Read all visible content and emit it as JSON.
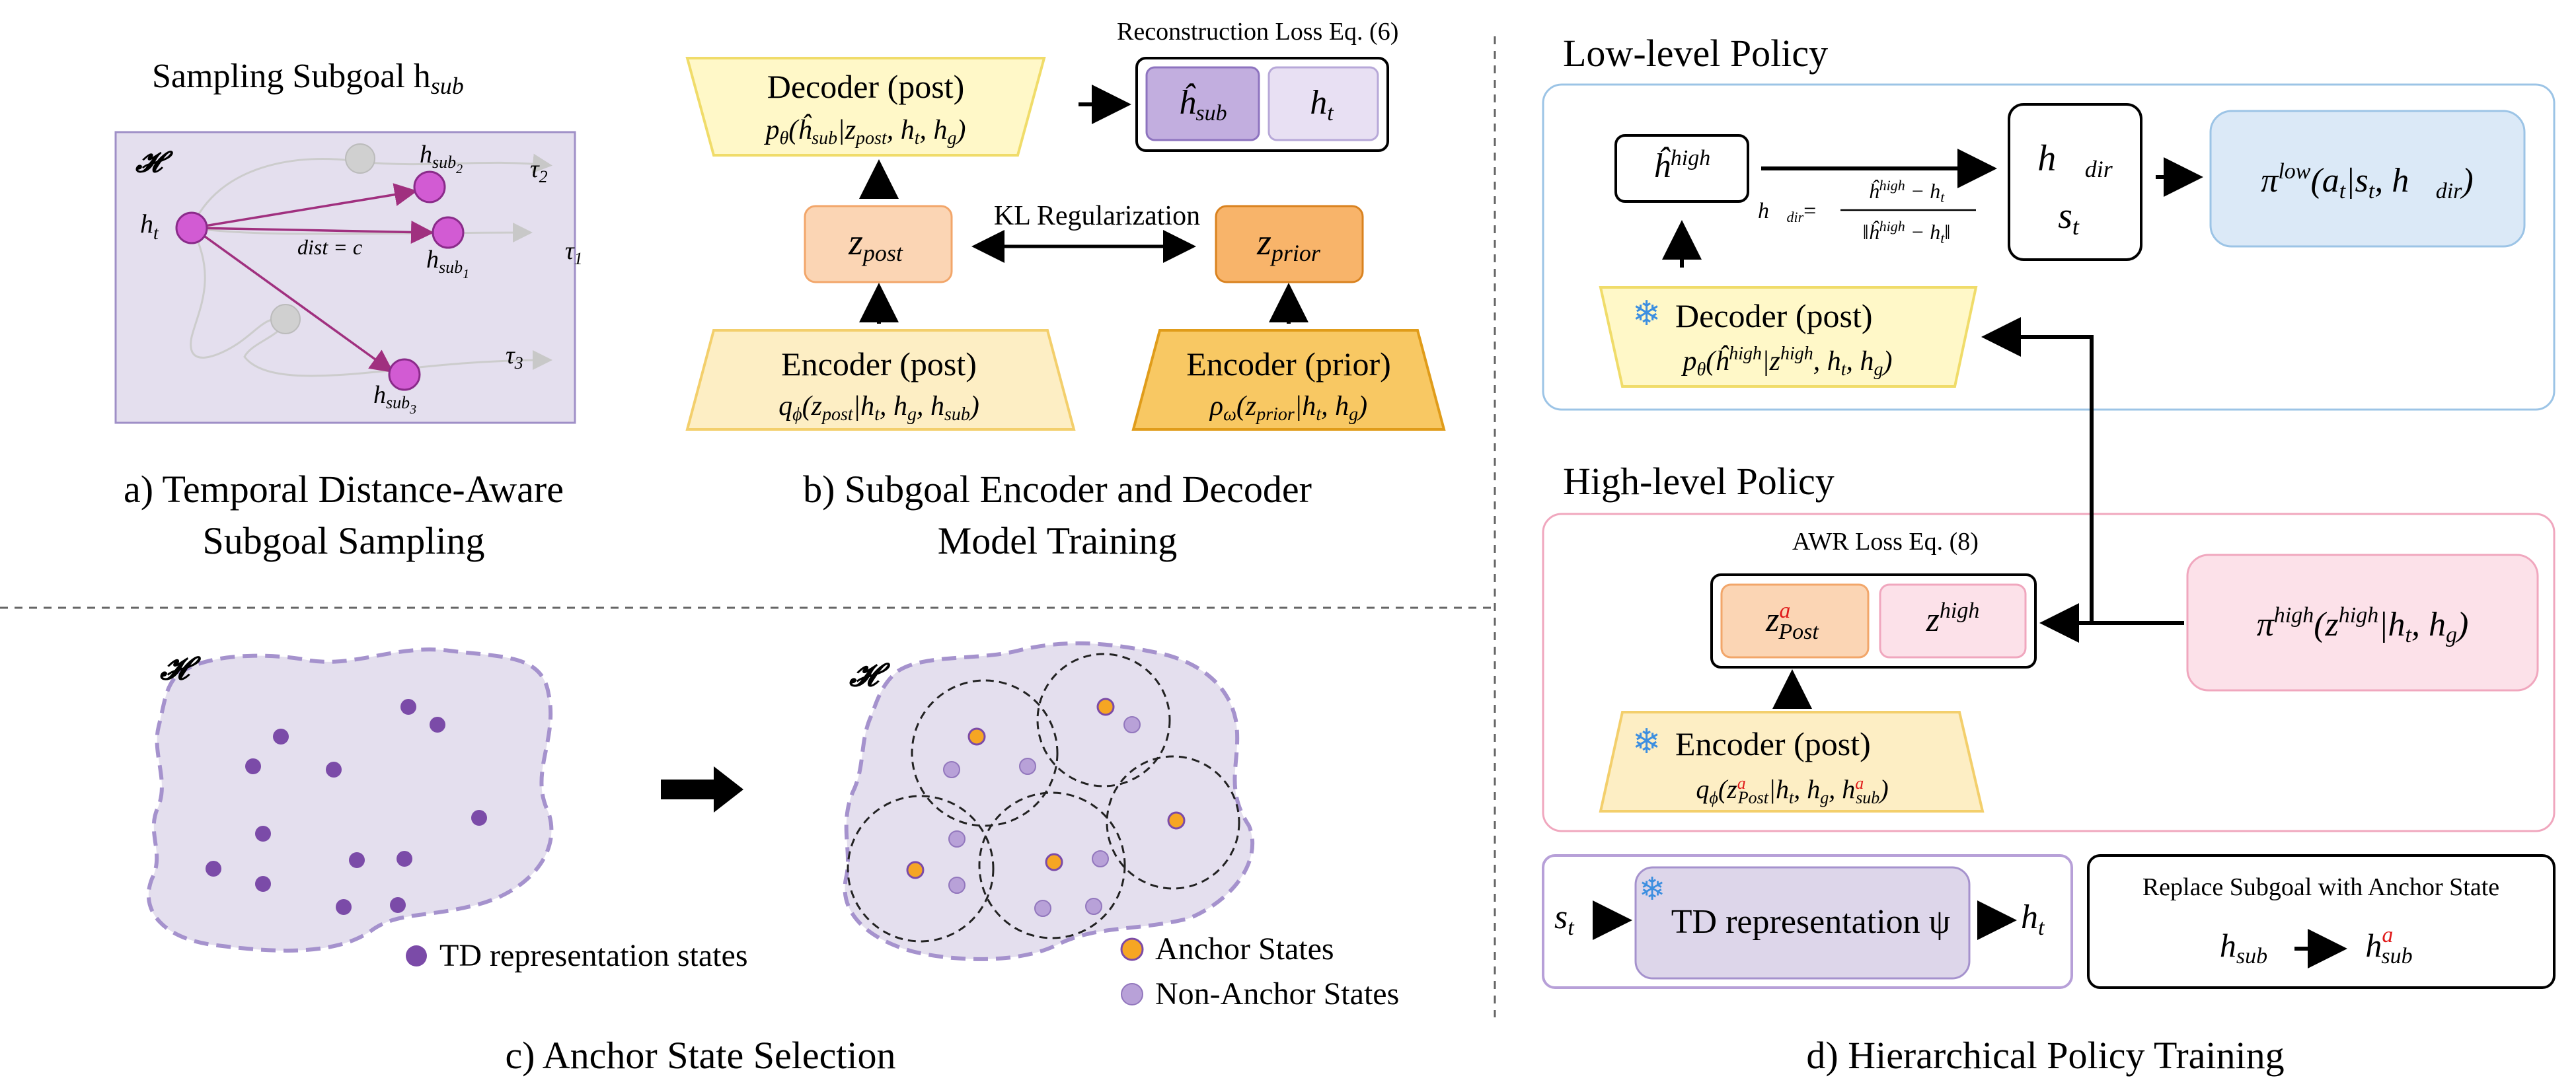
{
  "panel_a": {
    "title": "Sampling Subgoal h",
    "title_sub": "sub",
    "space": "𝓗",
    "ht": "h",
    "ht_sub": "t",
    "hsub2": "h",
    "hsub2_sub": "sub",
    "hsub2_subsub": "2",
    "hsub1": "h",
    "hsub1_sub": "sub",
    "hsub1_subsub": "1",
    "hsub3": "h",
    "hsub3_sub": "sub",
    "hsub3_subsub": "3",
    "dist": "dist = c",
    "tau2": "τ",
    "tau2_sub": "2",
    "tau1": "τ",
    "tau1_sub": "1",
    "tau3": "τ",
    "tau3_sub": "3",
    "caption_line1": "a) Temporal Distance-Aware",
    "caption_line2": "Subgoal Sampling"
  },
  "panel_b": {
    "recon_label": "Reconstruction Loss Eq. (6)",
    "decoder_title": "Decoder (post)",
    "decoder_formula": "p",
    "decoder_formula_sub": "θ",
    "decoder_formula_rest": "(ĥ",
    "decoder_formula_rest_sub": "sub",
    "decoder_formula_tail": "|z",
    "decoder_formula_tail_sub": "post",
    "decoder_formula_end": ", h",
    "decoder_formula_end_sub1": "t",
    "decoder_formula_end2": ", h",
    "decoder_formula_end_sub2": "g",
    "decoder_formula_close": ")",
    "hsub_hat": "ĥ",
    "hsub_hat_sub": "sub",
    "ht_box": "h",
    "ht_box_sub": "t",
    "z_post": "z",
    "z_post_sub": "post",
    "kl_label": "KL Regularization",
    "z_prior": "z",
    "z_prior_sub": "prior",
    "enc_post_title": "Encoder (post)",
    "enc_post_formula": "q",
    "enc_post_formula_sub": "ϕ",
    "enc_post_formula_rest": "(z",
    "enc_post_formula_rest_sub": "post",
    "enc_post_formula_tail": "|h",
    "enc_post_formula_tail_sub": "t",
    "enc_post_formula_end": ", h",
    "enc_post_formula_end_sub": "g",
    "enc_post_formula_end2": ", h",
    "enc_post_formula_end2_sub": "sub",
    "enc_post_close": ")",
    "enc_prior_title": "Encoder (prior)",
    "enc_prior_formula": "ρ",
    "enc_prior_formula_sub": "ω",
    "enc_prior_formula_rest": "(z",
    "enc_prior_formula_rest_sub": "prior",
    "enc_prior_formula_tail": "|h",
    "enc_prior_formula_tail_sub": "t",
    "enc_prior_formula_end": ", h",
    "enc_prior_formula_end_sub": "g",
    "enc_prior_close": ")",
    "caption_line1": "b) Subgoal Encoder and Decoder",
    "caption_line2": "Model Training"
  },
  "panel_c": {
    "space_left": "𝓗",
    "space_right": "𝓗",
    "legend_td": "TD representation states",
    "legend_anchor": "Anchor States",
    "legend_nonanchor": "Non-Anchor States",
    "caption": "c) Anchor State Selection"
  },
  "panel_d": {
    "low_title": "Low-level Policy",
    "h_high": "ĥ",
    "h_high_sup": "high",
    "hdir_def": "h⃗",
    "hdir_def_sub": "dir",
    "hdir_eq": "=",
    "hdir_num": "ĥ",
    "hdir_num_sup": "high",
    "hdir_num_rest": " − h",
    "hdir_num_rest_sub": "t",
    "hdir_den": "‖ĥ",
    "hdir_den_sup": "high",
    "hdir_den_rest": " − h",
    "hdir_den_rest_sub": "t",
    "hdir_den_close": "‖",
    "state_hdir": "h⃗",
    "state_hdir_sub": "dir",
    "state_st": "s",
    "state_st_sub": "t",
    "pi_low": "π",
    "pi_low_sup": "low",
    "pi_low_rest": "(a",
    "pi_low_rest_sub": "t",
    "pi_low_mid": "|s",
    "pi_low_mid_sub": "t",
    "pi_low_mid2": ", h⃗",
    "pi_low_mid2_sub": "dir",
    "pi_low_close": ")",
    "dec_title": "Decoder (post)",
    "dec_formula": "p",
    "dec_formula_sub": "θ",
    "dec_formula_rest": "(ĥ",
    "dec_formula_rest_sup": "high",
    "dec_formula_tail": "|z",
    "dec_formula_tail_sup": "high",
    "dec_formula_end": ", h",
    "dec_formula_end_sub": "t",
    "dec_formula_end2": ", h",
    "dec_formula_end2_sub": "g",
    "dec_formula_close": ")",
    "high_title": "High-level Policy",
    "awr_label": "AWR Loss Eq. (8)",
    "z_post_a": "z",
    "z_post_a_sup": "a",
    "z_post_a_sub": "Post",
    "z_high": "z",
    "z_high_sup": "high",
    "pi_high": "π",
    "pi_high_sup": "high",
    "pi_high_rest": "(z",
    "pi_high_rest_sup": "high",
    "pi_high_tail": "|h",
    "pi_high_tail_sub": "t",
    "pi_high_end": ", h",
    "pi_high_end_sub": "g",
    "pi_high_close": ")",
    "enc_title": "Encoder (post)",
    "enc_formula": "q",
    "enc_formula_sub": "ϕ",
    "enc_formula_rest": "(z",
    "enc_formula_rest_sup": "a",
    "enc_formula_rest_sub": "Post",
    "enc_formula_tail": "|h",
    "enc_formula_tail_sub": "t",
    "enc_formula_end": ", h",
    "enc_formula_end_sub": "g",
    "enc_formula_end2": ", h",
    "enc_formula_end2_sup": "a",
    "enc_formula_end2_sub": "sub",
    "enc_formula_close": ")",
    "td_st": "s",
    "td_st_sub": "t",
    "td_label": "TD representation ψ",
    "td_ht": "h",
    "td_ht_sub": "t",
    "replace_title": "Replace Subgoal with Anchor State",
    "replace_from": "h",
    "replace_from_sub": "sub",
    "replace_to": "h",
    "replace_to_sup": "a",
    "replace_to_sub": "sub",
    "caption": "d) Hierarchical Policy Training"
  },
  "colors": {
    "purple_fill": "#e4dfee",
    "purple_stroke": "#9f8fc7",
    "magenta": "#d25bd3",
    "magenta_line": "#a0307f",
    "peach": "#fbd5b4",
    "peach_stroke": "#f2a66a",
    "orange": "#f8b46a",
    "orange_stroke": "#d9821f",
    "yellow": "#fff8c8",
    "yellow_stroke": "#f0dc6a",
    "encoder_yellow": "#fdeec4",
    "encoder_stroke": "#f3cf6c",
    "prior_fill": "#f8c863",
    "prior_stroke": "#e09c1a",
    "blue_fill": "#dbe9f7",
    "blue_stroke": "#9cc4e6",
    "pink_fill": "#fce1e9",
    "pink_stroke": "#f0a7be",
    "violet_dot": "#7b4ba8",
    "anchor_orange": "#f6a623",
    "nonanchor": "#b8a1d8",
    "snow": "#3d8fe0",
    "red_sup": "#e01a1a"
  }
}
